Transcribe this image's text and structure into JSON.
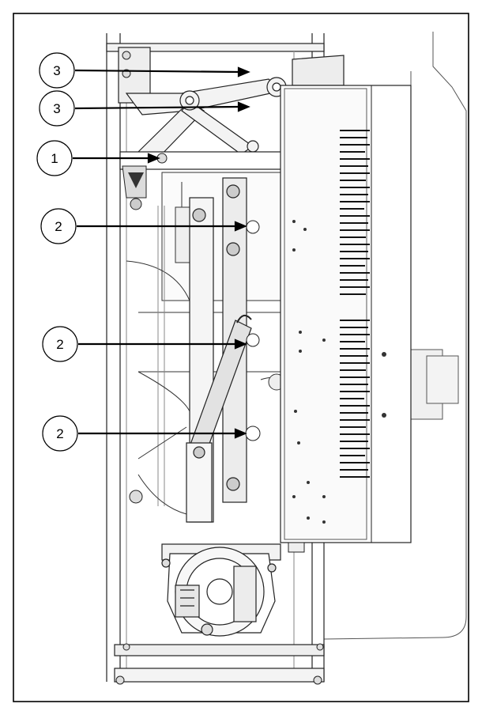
{
  "callouts": [
    {
      "id": "c1",
      "number": "3"
    },
    {
      "id": "c2",
      "number": "3"
    },
    {
      "id": "c3",
      "number": "1"
    },
    {
      "id": "c4",
      "number": "2"
    },
    {
      "id": "c5",
      "number": "2"
    },
    {
      "id": "c6",
      "number": "2"
    }
  ],
  "colors": {
    "line": "#000000",
    "light_line": "#8a8a8a",
    "panel": "#e6e6e6",
    "dark_panel": "#cfcfcf",
    "background": "#ffffff"
  }
}
